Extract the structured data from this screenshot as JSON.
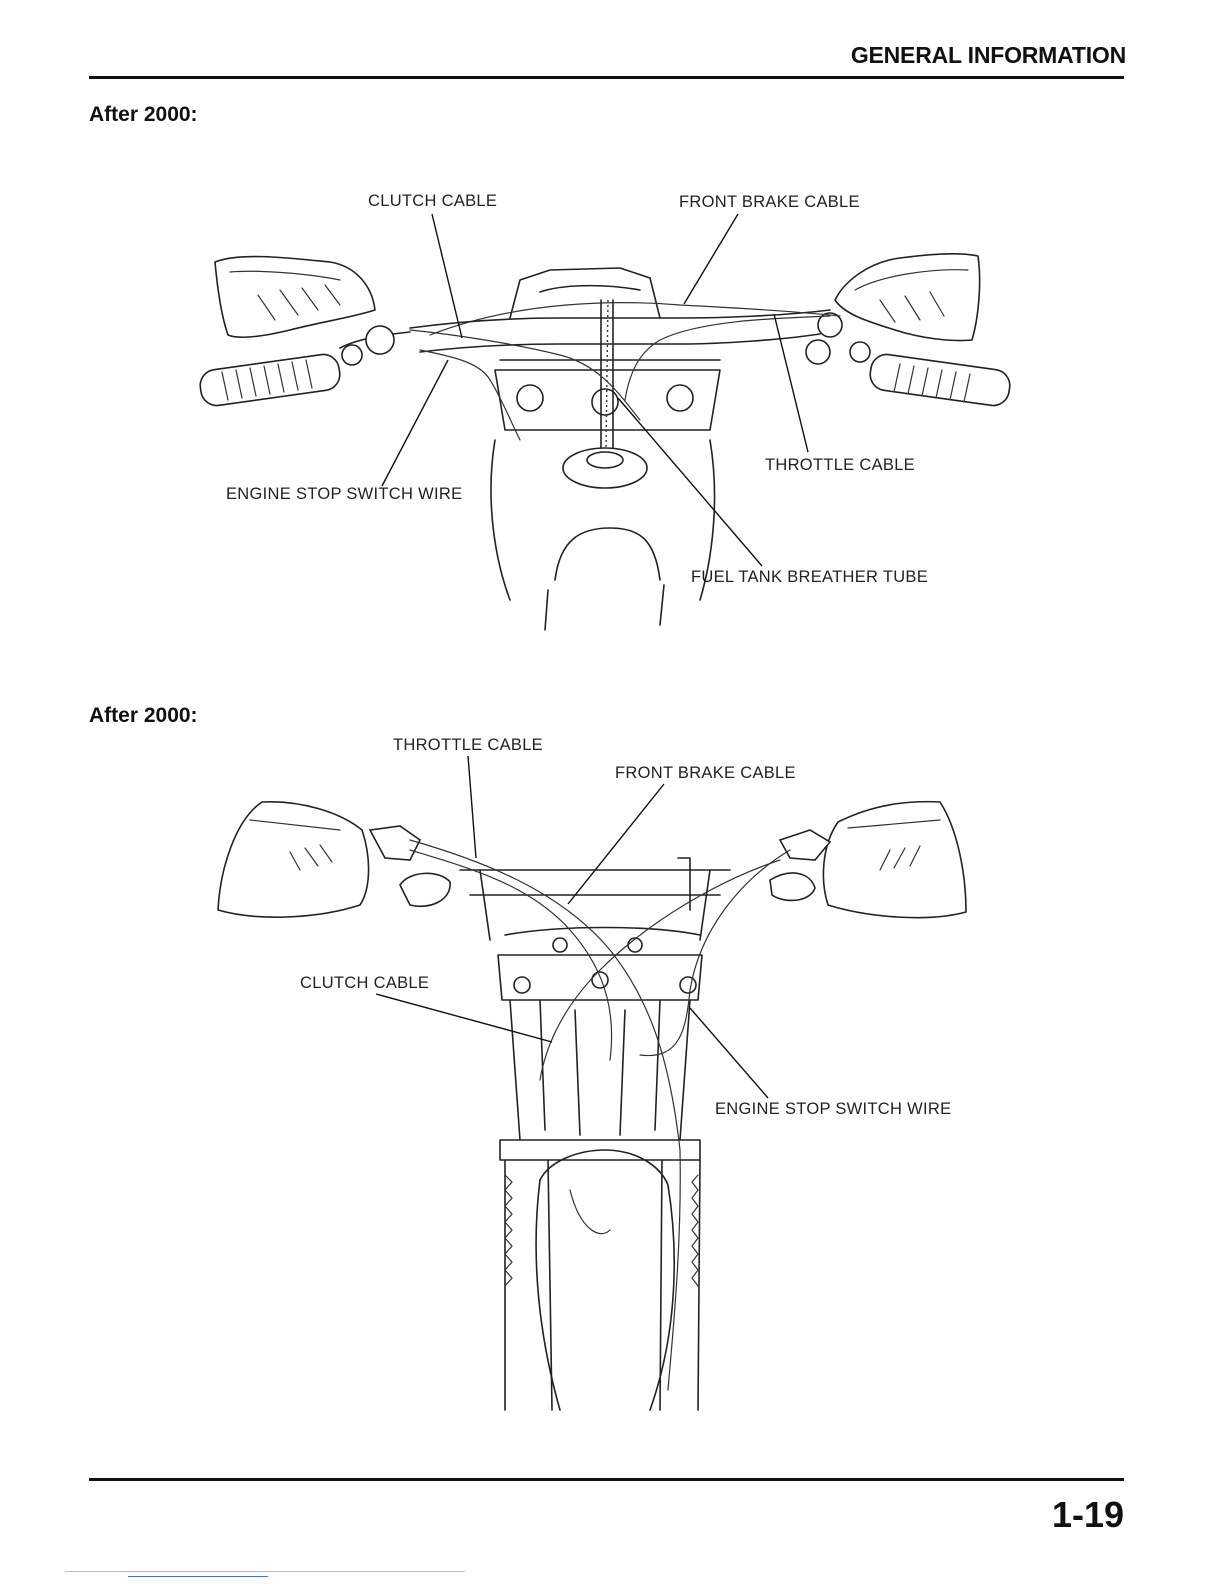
{
  "header": {
    "title": "GENERAL INFORMATION"
  },
  "sections": [
    {
      "heading": "After 2000:",
      "labels": {
        "clutch_cable": "CLUTCH CABLE",
        "front_brake_cable": "FRONT BRAKE CABLE",
        "throttle_cable": "THROTTLE CABLE",
        "engine_stop_switch_wire": "ENGINE STOP SWITCH WIRE",
        "fuel_tank_breather_tube": "FUEL TANK BREATHER TUBE"
      }
    },
    {
      "heading": "After 2000:",
      "labels": {
        "throttle_cable": "THROTTLE CABLE",
        "front_brake_cable": "FRONT BRAKE CABLE",
        "clutch_cable": "CLUTCH CABLE",
        "engine_stop_switch_wire": "ENGINE STOP SWITCH WIRE"
      }
    }
  ],
  "footer": {
    "page_number": "1-19"
  }
}
